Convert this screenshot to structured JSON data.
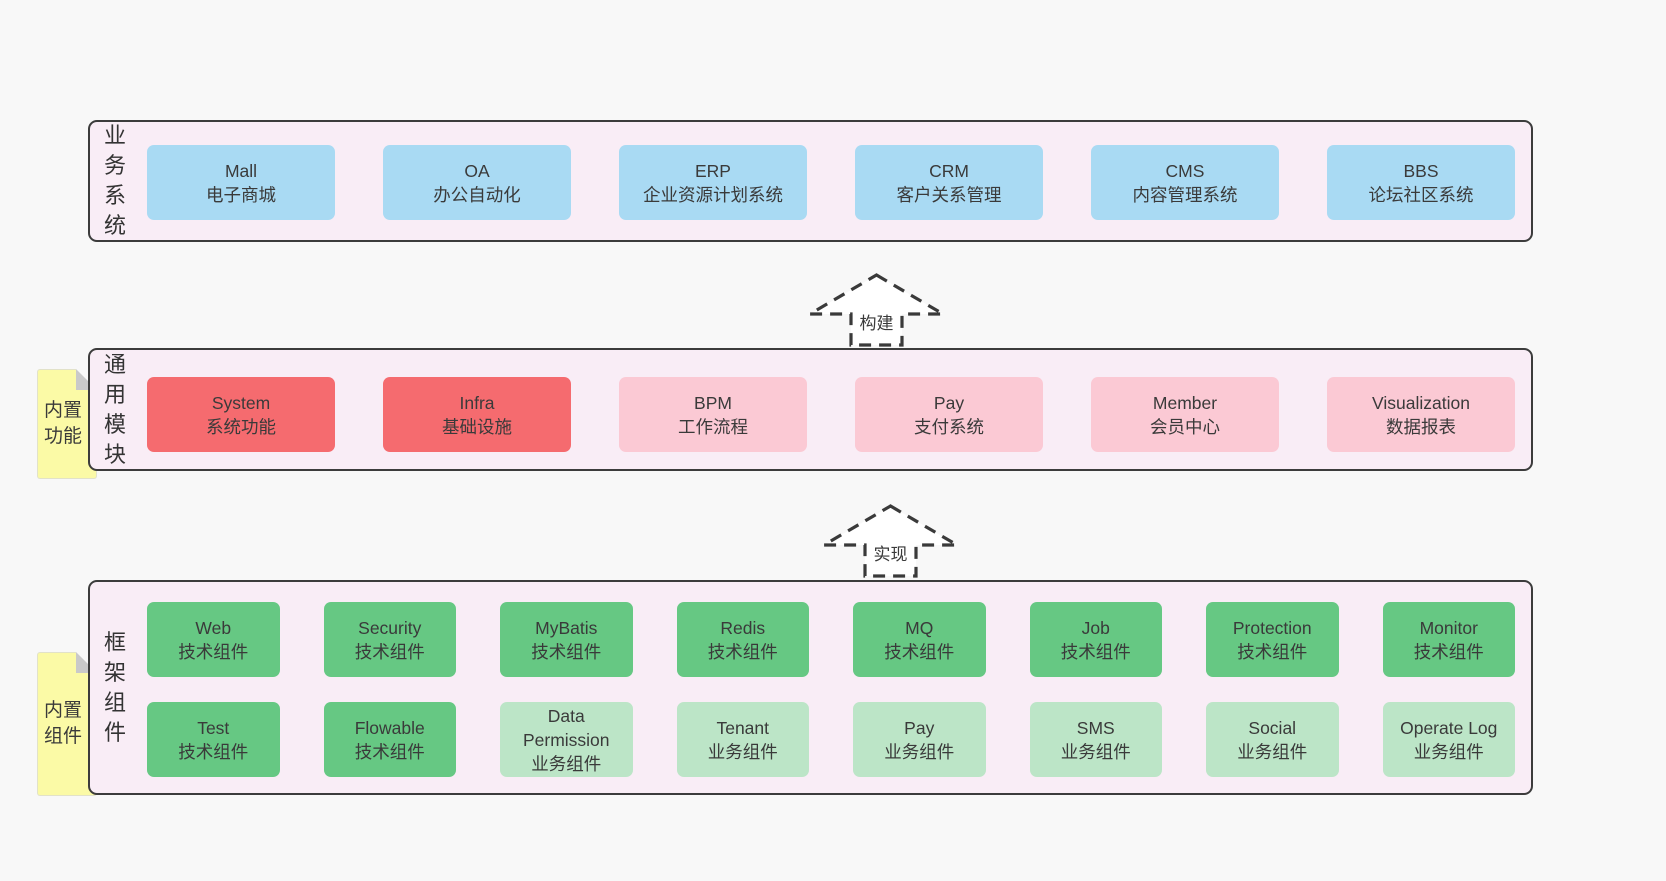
{
  "colors": {
    "pageBg": "#f8f8f8",
    "panelBg": "#f9edf6",
    "border": "#3c3c3c",
    "text": "#3a3a3a",
    "blue": "#a9daf3",
    "red": "#f56b6f",
    "pink": "#fbc9d4",
    "green": "#66c883",
    "lightGreen": "#bce5c7",
    "stickyBg": "#fbfaa6",
    "stickyFold": "#c9c9c9"
  },
  "panels": {
    "business": {
      "label": "业务系统",
      "boxes": [
        {
          "name": "Mall",
          "sub": "电子商城",
          "variant": "blue"
        },
        {
          "name": "OA",
          "sub": "办公自动化",
          "variant": "blue"
        },
        {
          "name": "ERP",
          "sub": "企业资源计划系统",
          "variant": "blue"
        },
        {
          "name": "CRM",
          "sub": "客户关系管理",
          "variant": "blue"
        },
        {
          "name": "CMS",
          "sub": "内容管理系统",
          "variant": "blue"
        },
        {
          "name": "BBS",
          "sub": "论坛社区系统",
          "variant": "blue"
        }
      ]
    },
    "modules": {
      "label": "通用模块",
      "sticky": "内置功能",
      "boxes": [
        {
          "name": "System",
          "sub": "系统功能",
          "variant": "red"
        },
        {
          "name": "Infra",
          "sub": "基础设施",
          "variant": "red"
        },
        {
          "name": "BPM",
          "sub": "工作流程",
          "variant": "pink"
        },
        {
          "name": "Pay",
          "sub": "支付系统",
          "variant": "pink"
        },
        {
          "name": "Member",
          "sub": "会员中心",
          "variant": "pink"
        },
        {
          "name": "Visualization",
          "sub": "数据报表",
          "variant": "pink"
        }
      ]
    },
    "framework": {
      "label": "框架组件",
      "sticky": "内置组件",
      "row1": [
        {
          "name": "Web",
          "sub": "技术组件",
          "variant": "green"
        },
        {
          "name": "Security",
          "sub": "技术组件",
          "variant": "green"
        },
        {
          "name": "MyBatis",
          "sub": "技术组件",
          "variant": "green"
        },
        {
          "name": "Redis",
          "sub": "技术组件",
          "variant": "green"
        },
        {
          "name": "MQ",
          "sub": "技术组件",
          "variant": "green"
        },
        {
          "name": "Job",
          "sub": "技术组件",
          "variant": "green"
        },
        {
          "name": "Protection",
          "sub": "技术组件",
          "variant": "green"
        },
        {
          "name": "Monitor",
          "sub": "技术组件",
          "variant": "green"
        }
      ],
      "row2": [
        {
          "name": "Test",
          "sub": "技术组件",
          "variant": "green"
        },
        {
          "name": "Flowable",
          "sub": "技术组件",
          "variant": "green"
        },
        {
          "name": "Data Permission",
          "sub": "业务组件",
          "variant": "light"
        },
        {
          "name": "Tenant",
          "sub": "业务组件",
          "variant": "light"
        },
        {
          "name": "Pay",
          "sub": "业务组件",
          "variant": "light"
        },
        {
          "name": "SMS",
          "sub": "业务组件",
          "variant": "light"
        },
        {
          "name": "Social",
          "sub": "业务组件",
          "variant": "light"
        },
        {
          "name": "Operate Log",
          "sub": "业务组件",
          "variant": "light"
        }
      ]
    }
  },
  "arrows": [
    {
      "label": "构建"
    },
    {
      "label": "实现"
    }
  ]
}
